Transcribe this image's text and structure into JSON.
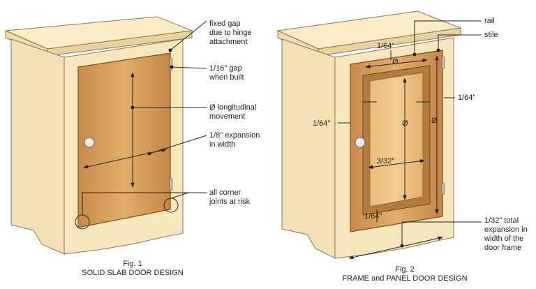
{
  "figure1": {
    "caption_num": "Fig. 1",
    "caption_title": "SOLID SLAB DOOR DESIGN",
    "callouts": [
      "fixed gap\ndue to hinge\nattachment",
      "1/16\" gap\nwhen built",
      "Ø longitudinal\nmovement",
      "1/8\" expansion\nin width",
      "all corner\njoints at risk"
    ]
  },
  "figure2": {
    "caption_num": "Fig. 2",
    "caption_title": "FRAME and PANEL DOOR DESIGN",
    "callouts": {
      "rail": "rail",
      "stile": "stile",
      "total": "1/32\" total\nexpansion in\nwidth of the\ndoor frame"
    },
    "dims": {
      "top_gap": "1/64\"",
      "right_gap": "1/64\"",
      "left_gap": "1/64\"",
      "bottom_gap": "1/64\"",
      "rail_move": "Ø",
      "panel_long": "Ø",
      "stile_long": "Ø",
      "panel_width": "3/32\""
    }
  },
  "colors": {
    "cabinet": "#f7e7be",
    "cabinet_shade": "#ecd49a",
    "door_wood": "#dba15e",
    "door_dark": "#b8783c",
    "line": "#222222"
  }
}
